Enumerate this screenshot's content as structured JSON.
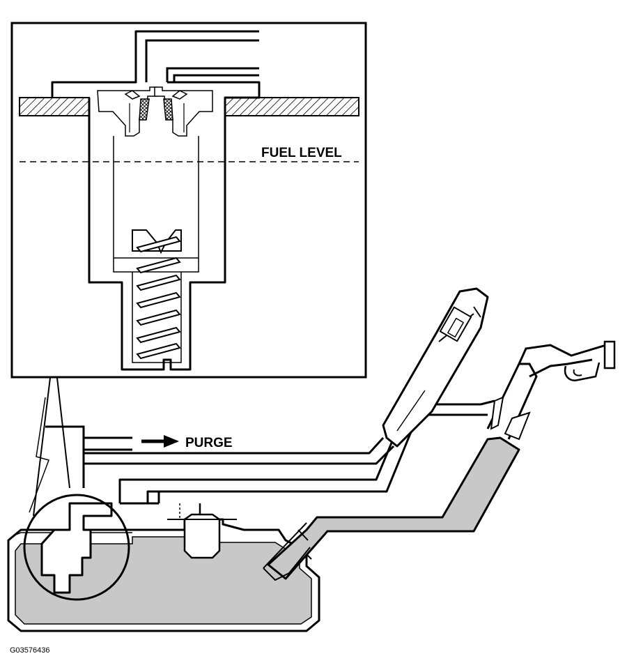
{
  "labels": {
    "fuel_level": "FUEL LEVEL",
    "purge": "PURGE",
    "figure_id": "G03576436"
  },
  "colors": {
    "line": "#000000",
    "fuel": "#c8c8c8",
    "background": "#ffffff"
  }
}
